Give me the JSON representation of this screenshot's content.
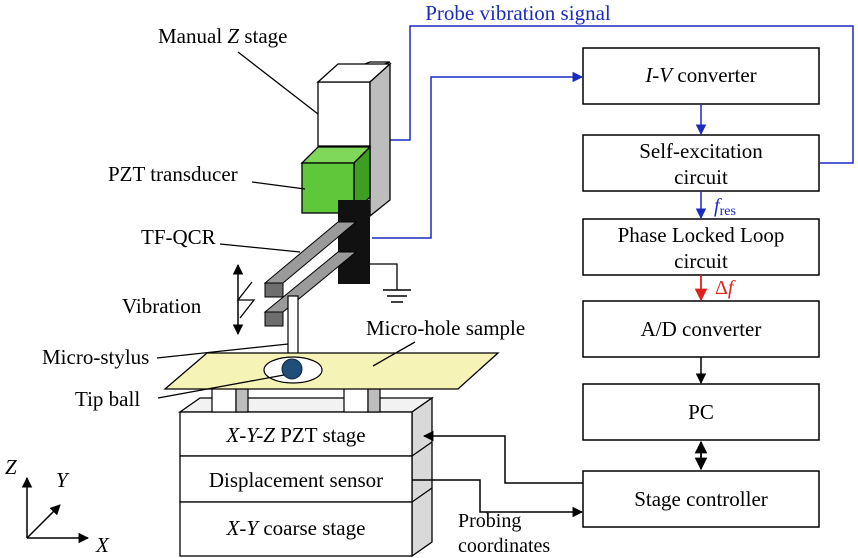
{
  "blocks": {
    "iv": [
      "I-V",
      " converter"
    ],
    "self_excitation": [
      "Self-excitation",
      "circuit"
    ],
    "pll": [
      "Phase Locked Loop",
      "circuit"
    ],
    "adc": "A/D converter",
    "pc": "PC",
    "stage_controller": "Stage controller"
  },
  "stages": {
    "xyz": [
      "X-Y-Z",
      " PZT stage"
    ],
    "displacement": "Displacement sensor",
    "coarse": [
      "X-Y",
      " coarse stage"
    ]
  },
  "labels": {
    "manual_z": [
      "Manual ",
      "Z",
      " stage"
    ],
    "pzt_transducer": "PZT transducer",
    "tf_qcr": "TF-QCR",
    "vibration": "Vibration",
    "micro_stylus": "Micro-stylus",
    "tip_ball": "Tip ball",
    "micro_hole": "Micro-hole sample",
    "probe_signal": "Probe vibration signal",
    "probing_coordinates": [
      "Probing",
      "coordinates"
    ],
    "f_res": [
      "f",
      "res"
    ],
    "delta_f": [
      "Δ",
      "f"
    ]
  },
  "axes": {
    "z": "Z",
    "y": "Y",
    "x": "X"
  },
  "colors": {
    "signal_blue": "#1a2bbf",
    "delta_red": "#e0201a",
    "transducer_green": "#5ec83a",
    "sample_yellow": "#f6f3b7",
    "tip_ball_blue": "#1f4e79"
  }
}
